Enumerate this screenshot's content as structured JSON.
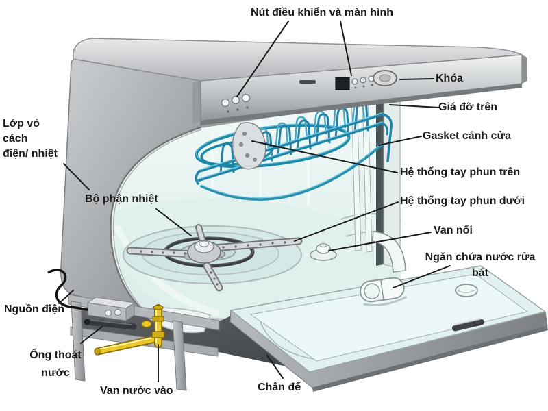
{
  "diagram": {
    "subject": "dishwasher-parts-diagram",
    "labels": {
      "control_display": {
        "text": "Nút điều khiển và màn hình"
      },
      "lock": {
        "text": "Khóa"
      },
      "upper_rack": {
        "text": "Giá đỡ trên"
      },
      "door_gasket": {
        "text": "Gasket cánh cửa"
      },
      "upper_spray_arm": {
        "text": "Hệ thống tay phun trên"
      },
      "lower_spray_arm": {
        "text": "Hệ thống tay phun dưới"
      },
      "float_valve": {
        "text": "Van nổi"
      },
      "detergent_dispenser": {
        "lines": [
          "Ngăn chứa nước rửa",
          "bát"
        ]
      },
      "insulation_layer": {
        "lines": [
          "Lớp vỏ",
          "cách",
          "điện/ nhiệt"
        ]
      },
      "heating_element": {
        "text": "Bộ phận nhiệt"
      },
      "power_source": {
        "text": "Nguồn điện"
      },
      "drain_pipe": {
        "lines": [
          "Ống thoát",
          "nước"
        ]
      },
      "water_inlet_valve": {
        "text": "Van nước vào"
      },
      "base": {
        "text": "Chân đế"
      }
    },
    "colors": {
      "cabinet_gray": "#a9acaf",
      "interior_pale": "#e8f4f2",
      "rack_blue": "#1f82a6",
      "spray_teal": "#1d89a6",
      "heater_dark": "#3c3f42",
      "pipe_yellow": "#e9c928",
      "base_dark": "#505356",
      "label_text": "#1c1c1c"
    }
  }
}
